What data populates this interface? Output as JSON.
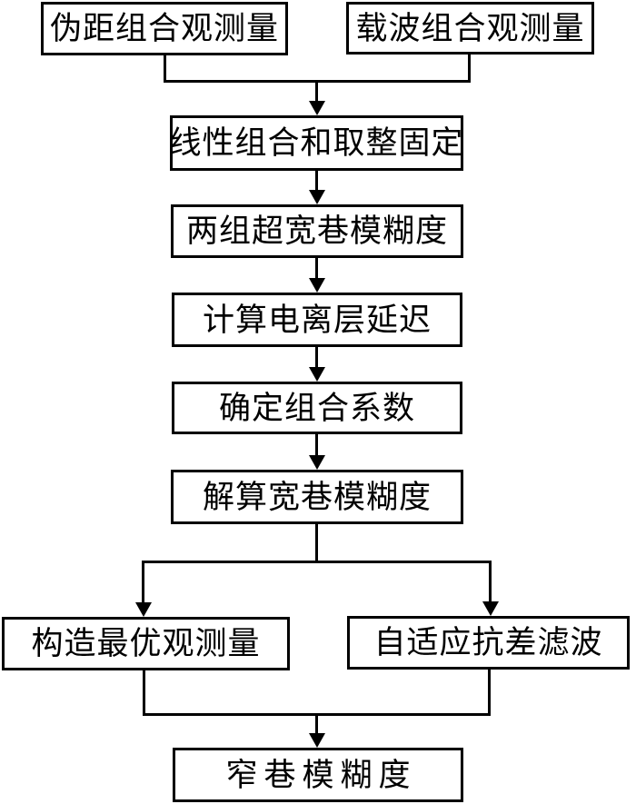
{
  "figure": {
    "type": "flowchart",
    "language": "zh",
    "colors": {
      "background": "#ffffff",
      "box_fill": "#ffffff",
      "line": "#000000",
      "text": "#000000"
    }
  },
  "nodes": {
    "pseudorange_obs": {
      "label": "伪距组合观测量"
    },
    "carrier_obs": {
      "label": "载波组合观测量"
    },
    "linear_combination": {
      "label": "线性组合和取整固定"
    },
    "ewl_ambiguity": {
      "label": "两组超宽巷模糊度"
    },
    "iono_delay": {
      "label": "计算电离层延迟"
    },
    "combination_coeff": {
      "label": "确定组合系数"
    },
    "wl_ambiguity": {
      "label": "解算宽巷模糊度"
    },
    "optimal_obs": {
      "label": "构造最优观测量"
    },
    "adaptive_filter": {
      "label": "自适应抗差滤波"
    },
    "nl_ambiguity": {
      "label": "窄巷模糊度"
    }
  },
  "edges": [
    {
      "from": "pseudorange_obs",
      "to": "linear_combination"
    },
    {
      "from": "carrier_obs",
      "to": "linear_combination"
    },
    {
      "from": "linear_combination",
      "to": "ewl_ambiguity"
    },
    {
      "from": "ewl_ambiguity",
      "to": "iono_delay"
    },
    {
      "from": "iono_delay",
      "to": "combination_coeff"
    },
    {
      "from": "combination_coeff",
      "to": "wl_ambiguity"
    },
    {
      "from": "wl_ambiguity",
      "to": "optimal_obs"
    },
    {
      "from": "wl_ambiguity",
      "to": "adaptive_filter"
    },
    {
      "from": "optimal_obs",
      "to": "nl_ambiguity"
    },
    {
      "from": "adaptive_filter",
      "to": "nl_ambiguity"
    }
  ]
}
